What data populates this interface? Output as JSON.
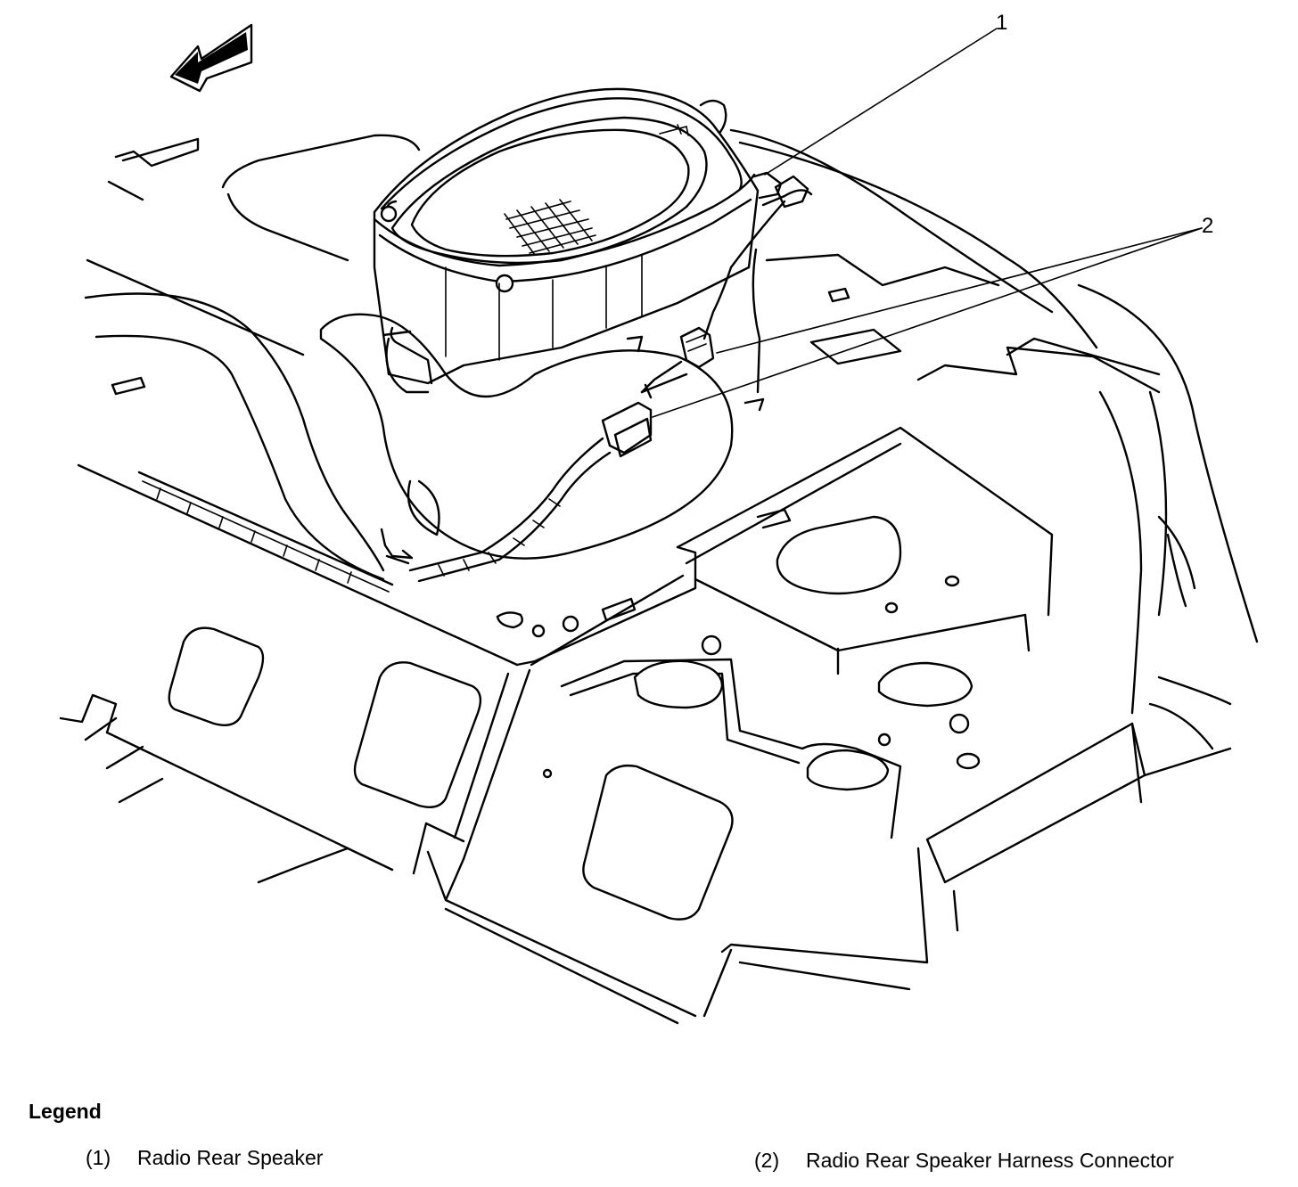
{
  "callouts": [
    {
      "id": "1",
      "label": "1"
    },
    {
      "id": "2",
      "label": "2"
    }
  ],
  "legend": {
    "title": "Legend",
    "items": [
      {
        "number": "(1)",
        "text": "Radio Rear Speaker"
      },
      {
        "number": "(2)",
        "text": "Radio Rear Speaker Harness Connector"
      }
    ]
  },
  "icons": {
    "direction_arrow": "forward-direction-arrow-icon"
  }
}
